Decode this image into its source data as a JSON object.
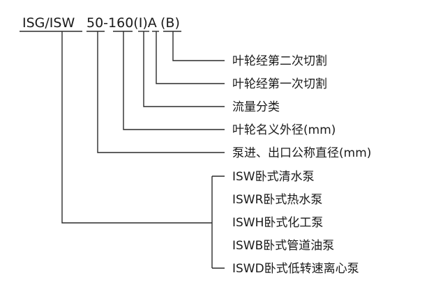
{
  "model_code": {
    "series": "ISG/ISW",
    "number": "50-160(I)A",
    "suffix": "(B)"
  },
  "segments": {
    "series": "ISG/ISW",
    "diameter": "50",
    "impeller_size": "-160",
    "flow_class": "(I)",
    "first_cut": "A",
    "second_cut": "(B)"
  },
  "labels": {
    "second_cut": "叶轮经第二次切割",
    "first_cut": "叶轮经第一次切割",
    "flow_class": "流量分类",
    "impeller_diameter": "叶轮名义外径(mm)",
    "inlet_outlet_diameter": "泵进、出口公称直径(mm)"
  },
  "pump_types": [
    "ISW卧式清水泵",
    "ISWR卧式热水泵",
    "ISWH卧式化工泵",
    "ISWB卧式管道油泵",
    "ISWD卧式低转速离心泵"
  ]
}
